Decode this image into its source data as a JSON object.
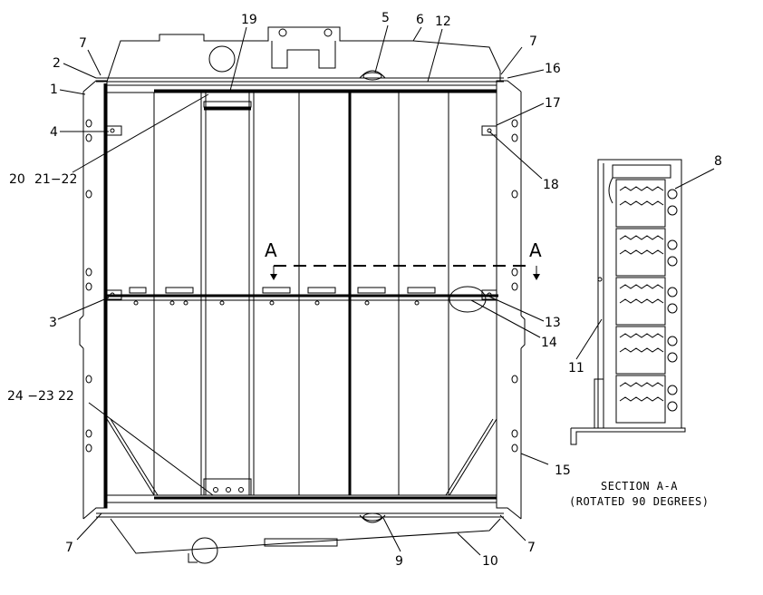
{
  "callouts": {
    "c1": "1",
    "c2": "2",
    "c3": "3",
    "c4": "4",
    "c5": "5",
    "c6": "6",
    "c7a": "7",
    "c7b": "7",
    "c7c": "7",
    "c7d": "7",
    "c8": "8",
    "c9": "9",
    "c10": "10",
    "c11": "11",
    "c12": "12",
    "c13": "13",
    "c14": "14",
    "c15": "15",
    "c16": "16",
    "c17": "17",
    "c18": "18",
    "c19": "19",
    "c20": "20",
    "c2122": "21−22",
    "c22": "22",
    "c2423": "24 −23"
  },
  "section_marks": {
    "left": "A",
    "right": "A"
  },
  "caption": {
    "line1": "SECTION A-A",
    "line2": "(ROTATED 90 DEGREES)"
  }
}
